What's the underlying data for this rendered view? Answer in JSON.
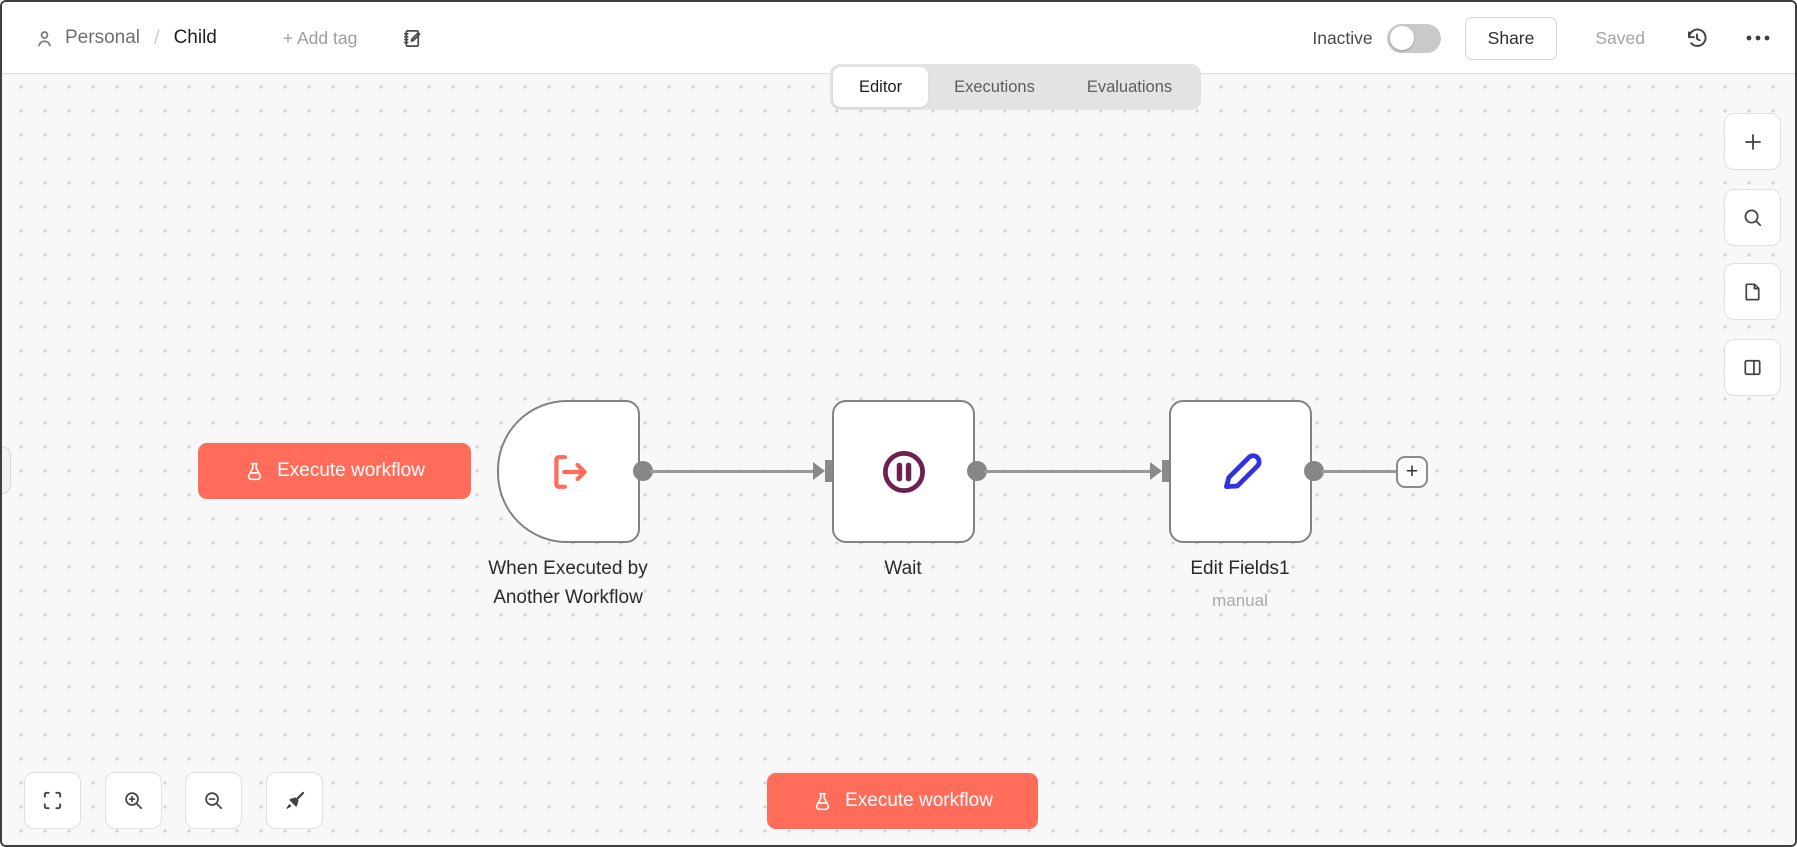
{
  "header": {
    "project": "Personal",
    "breadcrumb_separator": "/",
    "workflow_name": "Child",
    "add_tag": "+ Add tag",
    "activation_status": "Inactive",
    "share": "Share",
    "save_status": "Saved"
  },
  "tabs": [
    {
      "label": "Editor",
      "active": true
    },
    {
      "label": "Executions",
      "active": false
    },
    {
      "label": "Evaluations",
      "active": false
    }
  ],
  "canvas": {
    "execute_workflow_trigger": "Execute workflow",
    "execute_workflow_bottom": "Execute workflow",
    "add_node_button": "+",
    "nodes": [
      {
        "id": "when-executed-by-another-workflow",
        "label_line1": "When Executed by",
        "label_line2": "Another Workflow",
        "icon": "workflow-exit-arrow-icon",
        "icon_color": "#ff6d5a",
        "shape": "trigger-rounded-left"
      },
      {
        "id": "wait",
        "label": "Wait",
        "icon": "pause-circle-icon",
        "icon_color": "#6e2150",
        "shape": "square"
      },
      {
        "id": "edit-fields-1",
        "label": "Edit Fields1",
        "subtitle": "manual",
        "icon": "pen-icon",
        "icon_color": "#3132e1",
        "shape": "square"
      }
    ]
  },
  "colors": {
    "primary": "#ff6d5a",
    "node_border": "#828282",
    "connection": "#9a9a9a",
    "canvas_background": "#f8f8f8",
    "wait_icon": "#6e2150",
    "pen_icon": "#3132e1"
  }
}
